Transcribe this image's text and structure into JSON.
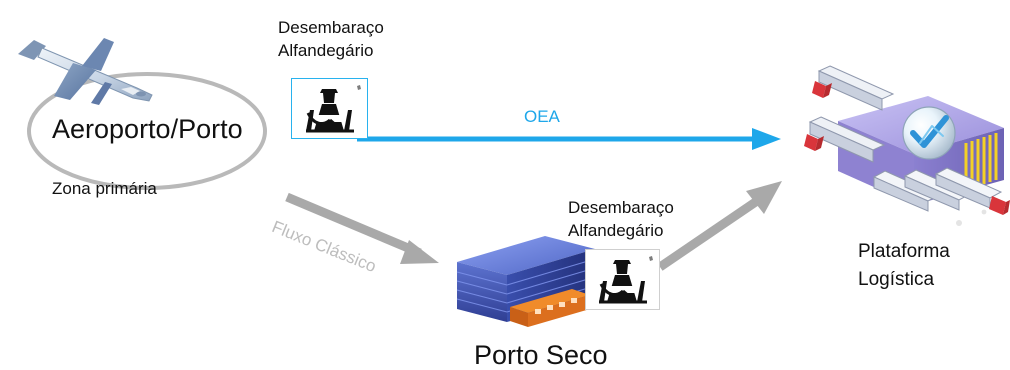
{
  "labels": {
    "airport_port": "Aeroporto/Porto",
    "primary_zone": "Zona primária",
    "customs_top_line1": "Desembaraço",
    "customs_top_line2": "Alfandegário",
    "oea": "OEA",
    "classic_flow": "Fluxo Clássico",
    "customs_bottom_line1": "Desembaraço",
    "customs_bottom_line2": "Alfandegário",
    "platform_line1": "Plataforma",
    "platform_line2": "Logística",
    "dry_port": "Porto Seco"
  },
  "colors": {
    "oea_arrow": "#1ea7ea",
    "classic_arrow": "#a9a9a9",
    "ellipse": "#b9b9b9",
    "plane": "#6c8eb7",
    "building": "#5d74c9",
    "platform": "#a7a0d6"
  },
  "icons": {
    "plane": "airplane-icon",
    "customs": "customs-officer-icon",
    "dry_port": "warehouse-building-icon",
    "platform": "logistics-platform-icon"
  }
}
